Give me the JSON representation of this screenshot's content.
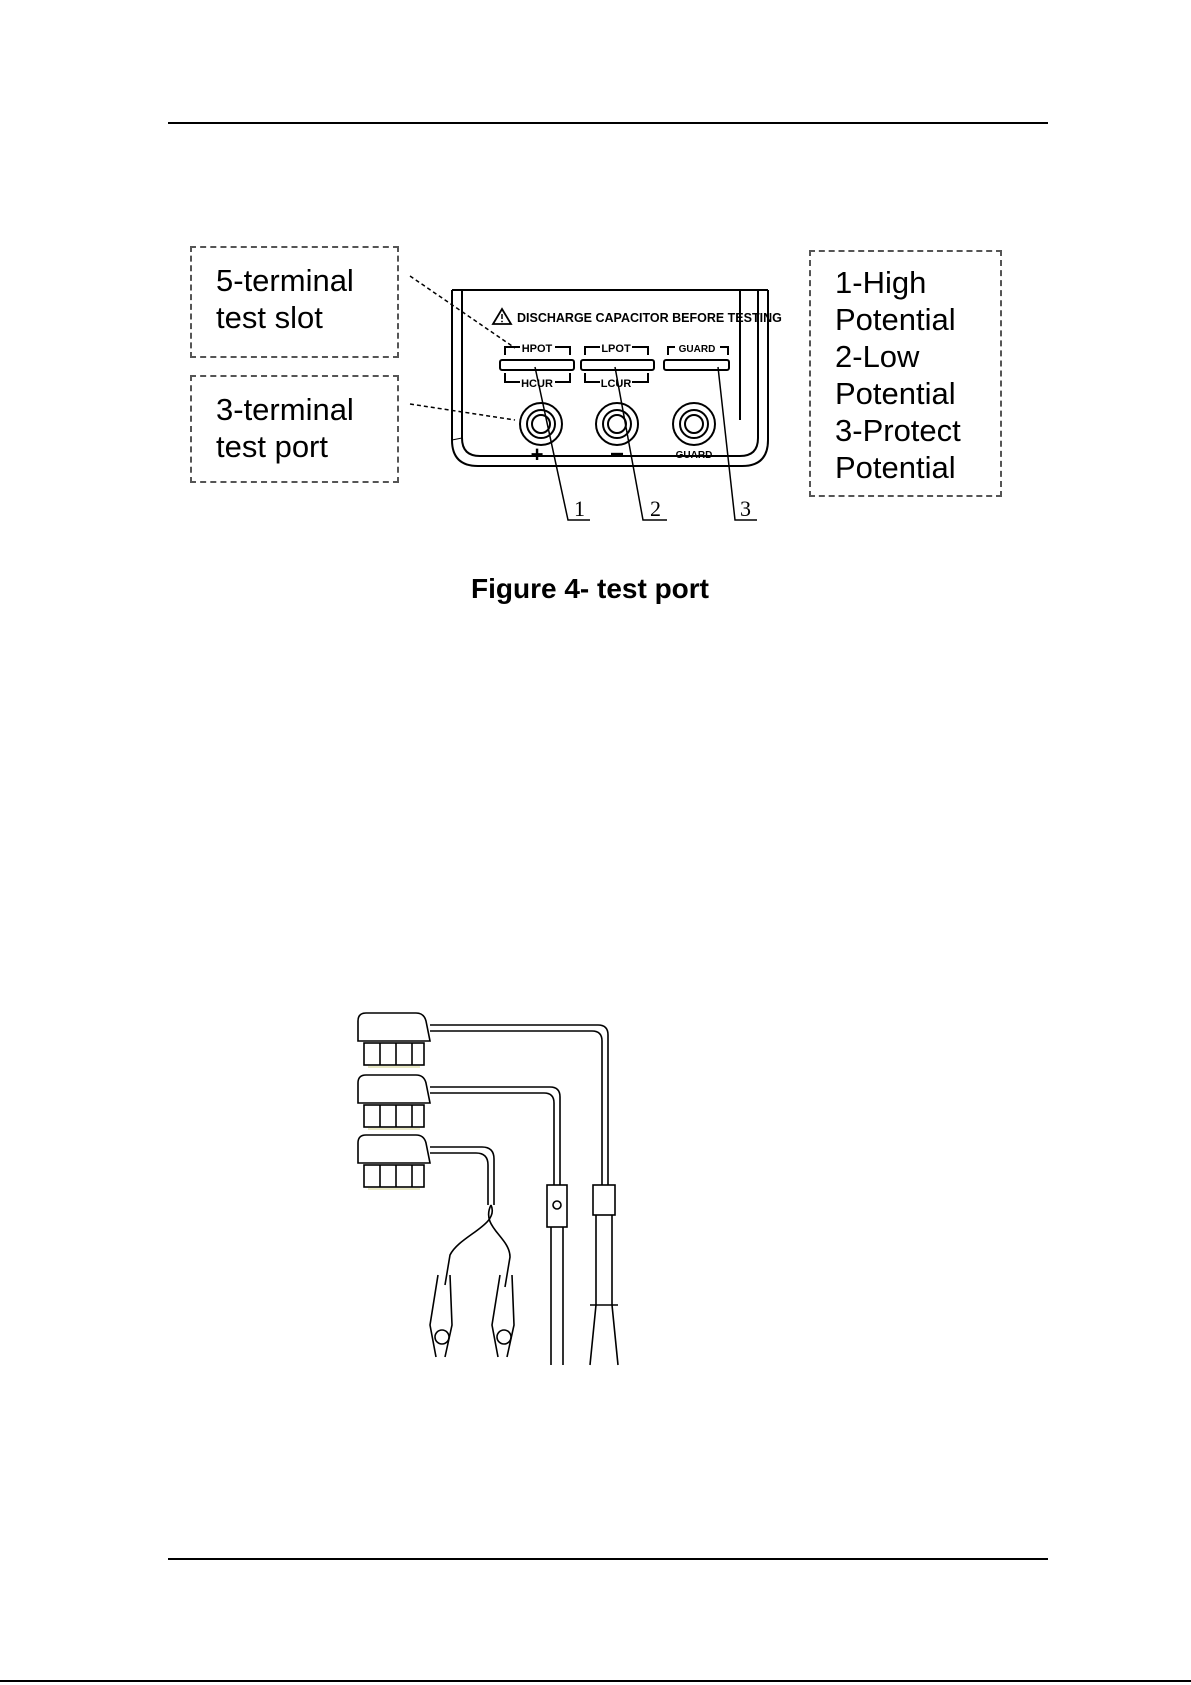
{
  "callouts": {
    "slot_line1": "5-terminal",
    "slot_line2": "test slot",
    "port_line1": "3-terminal",
    "port_line2": "test port"
  },
  "legend": {
    "lines": [
      "1-High",
      "Potential",
      "2-Low",
      "Potential",
      "3-Protect",
      "Potential"
    ]
  },
  "panel": {
    "warning_text": "DISCHARGE CAPACITOR BEFORE TESTING",
    "warning_icon": "warning-triangle-icon",
    "hpot": "HPOT",
    "hcur": "HCUR",
    "lpot": "LPOT",
    "lcur": "LCUR",
    "guard_slot": "GUARD",
    "plus": "+",
    "minus": "−",
    "guard_port": "GUARD"
  },
  "leader_numbers": [
    "1",
    "2",
    "3"
  ],
  "figure_caption": "Figure 4- test port"
}
